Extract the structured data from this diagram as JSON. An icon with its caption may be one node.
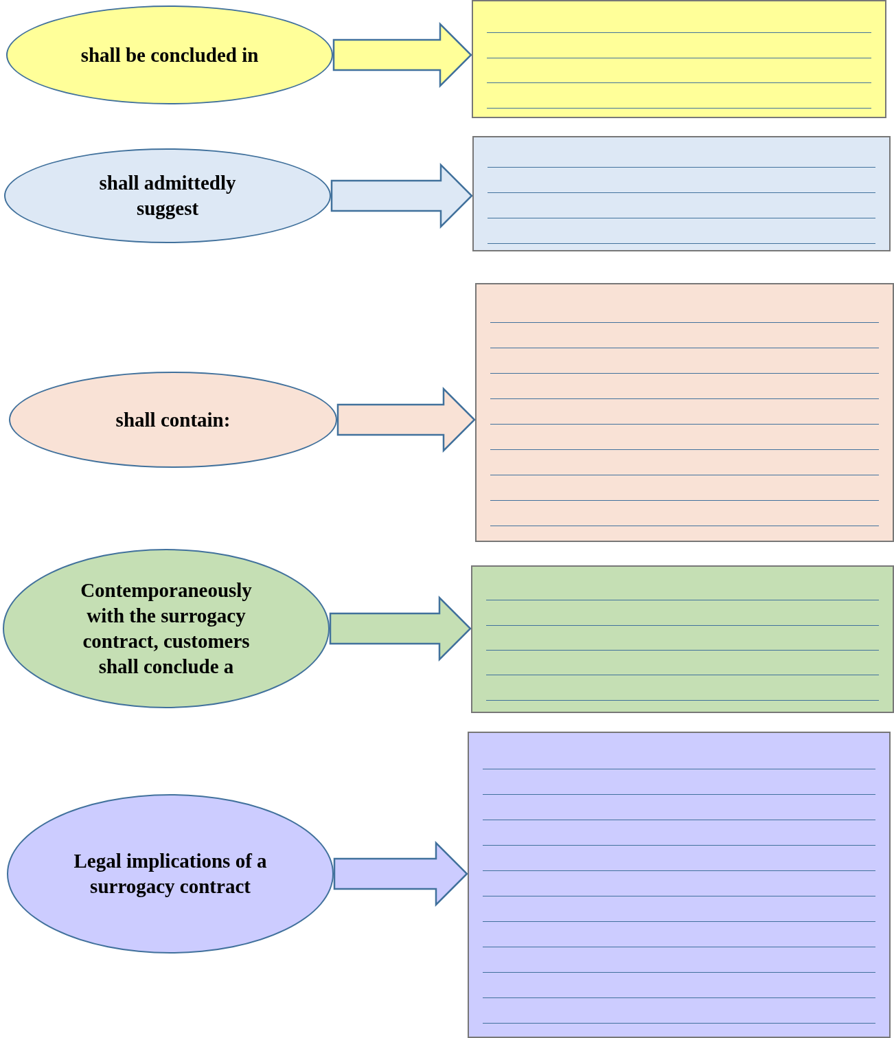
{
  "diagram": {
    "nodes": [
      {
        "text": [
          "shall be concluded in"
        ]
      },
      {
        "text": [],
        "shape": "box"
      },
      {
        "text": [
          "shall admittedly suggest"
        ]
      },
      {
        "text": [],
        "shape": "box"
      },
      {
        "text": [
          "shall contain:"
        ]
      },
      {
        "text": [],
        "shape": "box"
      },
      {
        "text": [
          "Contemporaneously with the surrogacy contract, customers shall conclude a"
        ]
      },
      {
        "text": [],
        "shape": "box"
      },
      {
        "text": [
          "Legal implications of a surrogacy contract"
        ]
      },
      {
        "text": [],
        "shape": "box"
      }
    ],
    "edges": [
      {
        "from": 0,
        "to": 1,
        "arrow": "to"
      },
      {
        "from": 2,
        "to": 3,
        "arrow": "to"
      },
      {
        "from": 4,
        "to": 5,
        "arrow": "to"
      },
      {
        "from": 6,
        "to": 7,
        "arrow": "to"
      },
      {
        "from": 8,
        "to": 9,
        "arrow": "to"
      }
    ]
  }
}
